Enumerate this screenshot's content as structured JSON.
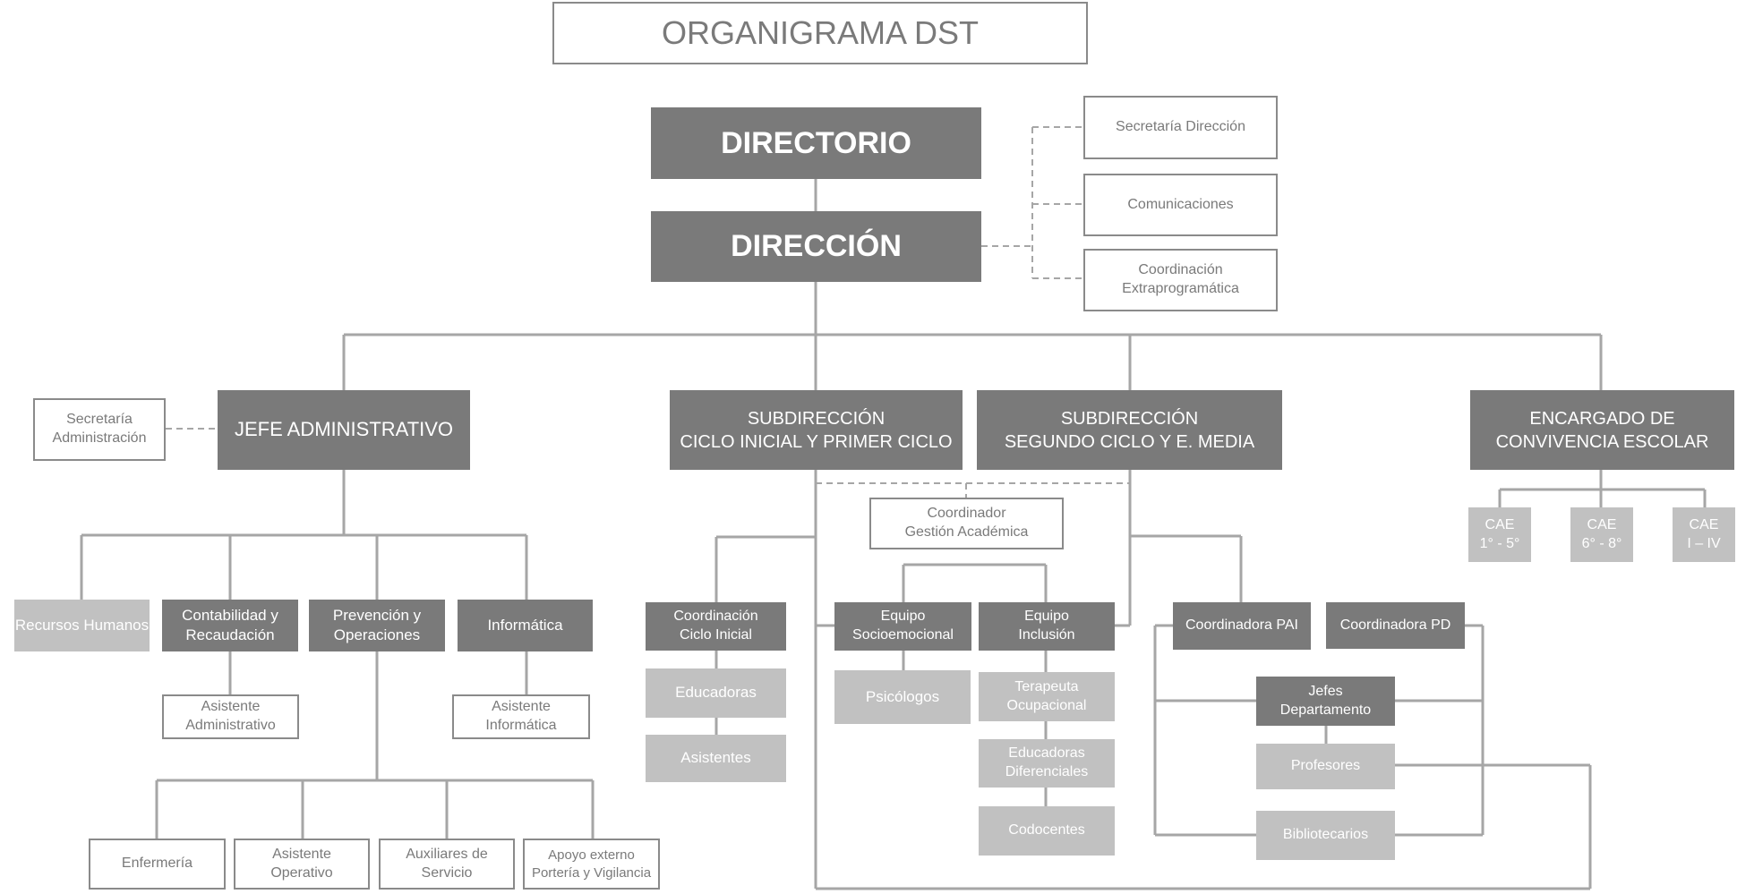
{
  "title": "ORGANIGRAMA DST",
  "colors": {
    "dark": "#7a7a7a",
    "light": "#c1c1c1",
    "line": "#a6a6a6",
    "text_on_outline": "#7a7a7a"
  },
  "top": {
    "directorio": "DIRECTORIO",
    "direccion": "DIRECCIÓN"
  },
  "staff": {
    "secretaria_direccion": "Secretaría Dirección",
    "comunicaciones": "Comunicaciones",
    "coord_extra_l1": "Coordinación",
    "coord_extra_l2": "Extraprogramática"
  },
  "admin": {
    "jefe": "JEFE ADMINISTRATIVO",
    "secretaria_l1": "Secretaría",
    "secretaria_l2": "Administración",
    "rrhh": "Recursos Humanos",
    "contabilidad_l1": "Contabilidad y",
    "contabilidad_l2": "Recaudación",
    "prevencion_l1": "Prevención y",
    "prevencion_l2": "Operaciones",
    "informatica": "Informática",
    "asist_admin_l1": "Asistente",
    "asist_admin_l2": "Administrativo",
    "asist_inf_l1": "Asistente",
    "asist_inf_l2": "Informática",
    "enfermeria": "Enfermería",
    "asist_oper_l1": "Asistente",
    "asist_oper_l2": "Operativo",
    "auxiliares_l1": "Auxiliares de",
    "auxiliares_l2": "Servicio",
    "apoyo_l1": "Apoyo externo",
    "apoyo_l2": "Portería y Vigilancia"
  },
  "sub1": {
    "l1": "SUBDIRECCIÓN",
    "l2": "CICLO INICIAL Y PRIMER CICLO",
    "coord_ciclo_l1": "Coordinación",
    "coord_ciclo_l2": "Ciclo Inicial",
    "educadoras": "Educadoras",
    "asistentes": "Asistentes"
  },
  "sub2": {
    "l1": "SUBDIRECCIÓN",
    "l2": "SEGUNDO CICLO Y E. MEDIA",
    "coord_gestion_l1": "Coordinador",
    "coord_gestion_l2": "Gestión Académica"
  },
  "equipos": {
    "socio_l1": "Equipo",
    "socio_l2": "Socioemocional",
    "psicologos": "Psicólogos",
    "inclusion_l1": "Equipo",
    "inclusion_l2": "Inclusión",
    "terapeuta_l1": "Terapeuta",
    "terapeuta_l2": "Ocupacional",
    "educ_dif_l1": "Educadoras",
    "educ_dif_l2": "Diferenciales",
    "codocentes": "Codocentes"
  },
  "academico": {
    "coord_pai": "Coordinadora PAI",
    "coord_pd": "Coordinadora PD",
    "jefes_l1": "Jefes",
    "jefes_l2": "Departamento",
    "profesores": "Profesores",
    "bibliotecarios": "Bibliotecarios"
  },
  "convivencia": {
    "l1": "ENCARGADO DE",
    "l2": "CONVIVENCIA  ESCOLAR",
    "cae1_l1": "CAE",
    "cae1_l2": "1° - 5°",
    "cae2_l1": "CAE",
    "cae2_l2": "6° - 8°",
    "cae3_l1": "CAE",
    "cae3_l2": "I – IV"
  }
}
